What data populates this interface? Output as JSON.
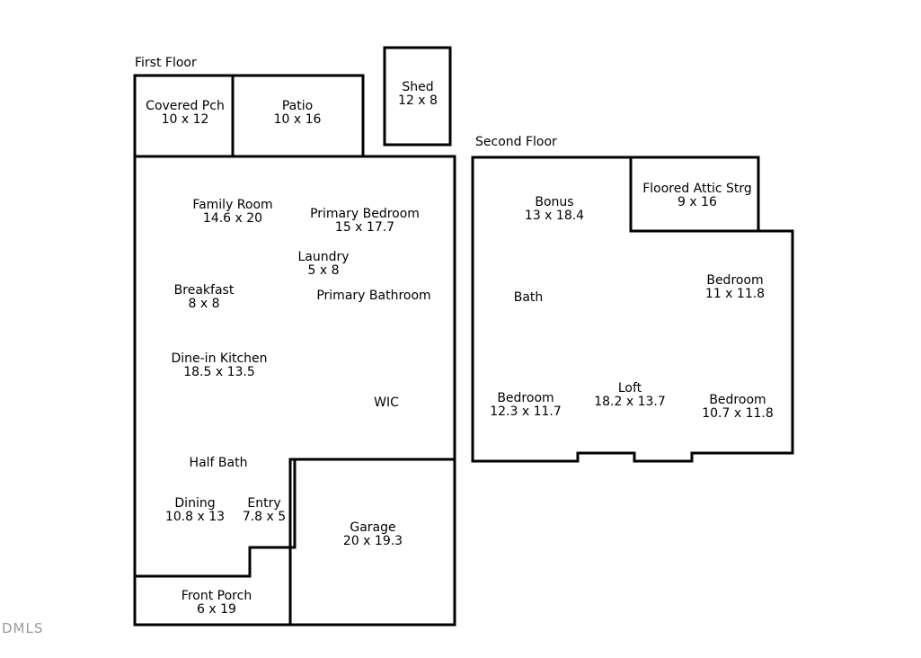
{
  "first_floor": {
    "heading": "First Floor",
    "rooms": {
      "covered_porch": {
        "name": "Covered Pch",
        "dims": "10 x 12"
      },
      "patio": {
        "name": "Patio",
        "dims": "10 x 16"
      },
      "shed": {
        "name": "Shed",
        "dims": "12 x 8"
      },
      "family_room": {
        "name": "Family Room",
        "dims": "14.6 x 20"
      },
      "primary_bedroom": {
        "name": "Primary Bedroom",
        "dims": "15 x 17.7"
      },
      "laundry": {
        "name": "Laundry",
        "dims": "5 x 8"
      },
      "breakfast": {
        "name": "Breakfast",
        "dims": "8 x 8"
      },
      "primary_bathroom": {
        "name": "Primary Bathroom",
        "dims": ""
      },
      "kitchen": {
        "name": "Dine-in Kitchen",
        "dims": "18.5 x 13.5"
      },
      "wic": {
        "name": "WIC",
        "dims": ""
      },
      "half_bath": {
        "name": "Half Bath",
        "dims": ""
      },
      "dining": {
        "name": "Dining",
        "dims": "10.8 x 13"
      },
      "entry": {
        "name": "Entry",
        "dims": "7.8 x 5"
      },
      "garage": {
        "name": "Garage",
        "dims": "20 x 19.3"
      },
      "front_porch": {
        "name": "Front Porch",
        "dims": "6 x 19"
      }
    }
  },
  "second_floor": {
    "heading": "Second Floor",
    "rooms": {
      "bonus": {
        "name": "Bonus",
        "dims": "13 x 18.4"
      },
      "attic": {
        "name": "Floored Attic Strg",
        "dims": "9 x 16"
      },
      "bath": {
        "name": "Bath",
        "dims": ""
      },
      "bedroom_a": {
        "name": "Bedroom",
        "dims": "11 x 11.8"
      },
      "bedroom_b": {
        "name": "Bedroom",
        "dims": "12.3 x 11.7"
      },
      "loft": {
        "name": "Loft",
        "dims": "18.2 x 13.7"
      },
      "bedroom_c": {
        "name": "Bedroom",
        "dims": "10.7 x 11.8"
      }
    }
  },
  "watermark": "DMLS",
  "colors": {
    "wall": "#000000",
    "background": "#ffffff"
  }
}
